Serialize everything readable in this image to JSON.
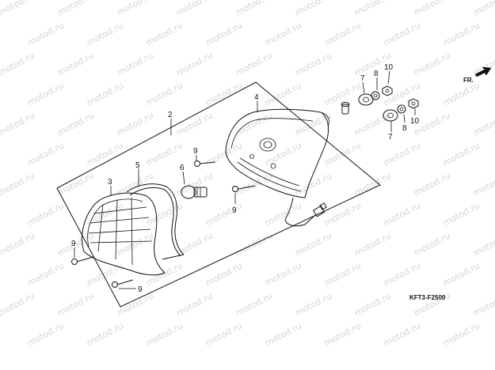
{
  "watermark": "motod.ru",
  "diagram_code": "KFT3-F2500",
  "direction_label": "FR.",
  "callouts": {
    "assembly": "2",
    "lens": "3",
    "housing": "4",
    "gasket": "5",
    "bulb": "6",
    "grommet_top": "7",
    "grommet_bottom": "7",
    "washer_top": "8",
    "washer_bottom": "8",
    "screw_bulb": "9",
    "screw_housing": "9",
    "screw_lens_left": "9",
    "screw_lens_bottom": "9",
    "nut_top": "10",
    "nut_bottom": "10"
  }
}
